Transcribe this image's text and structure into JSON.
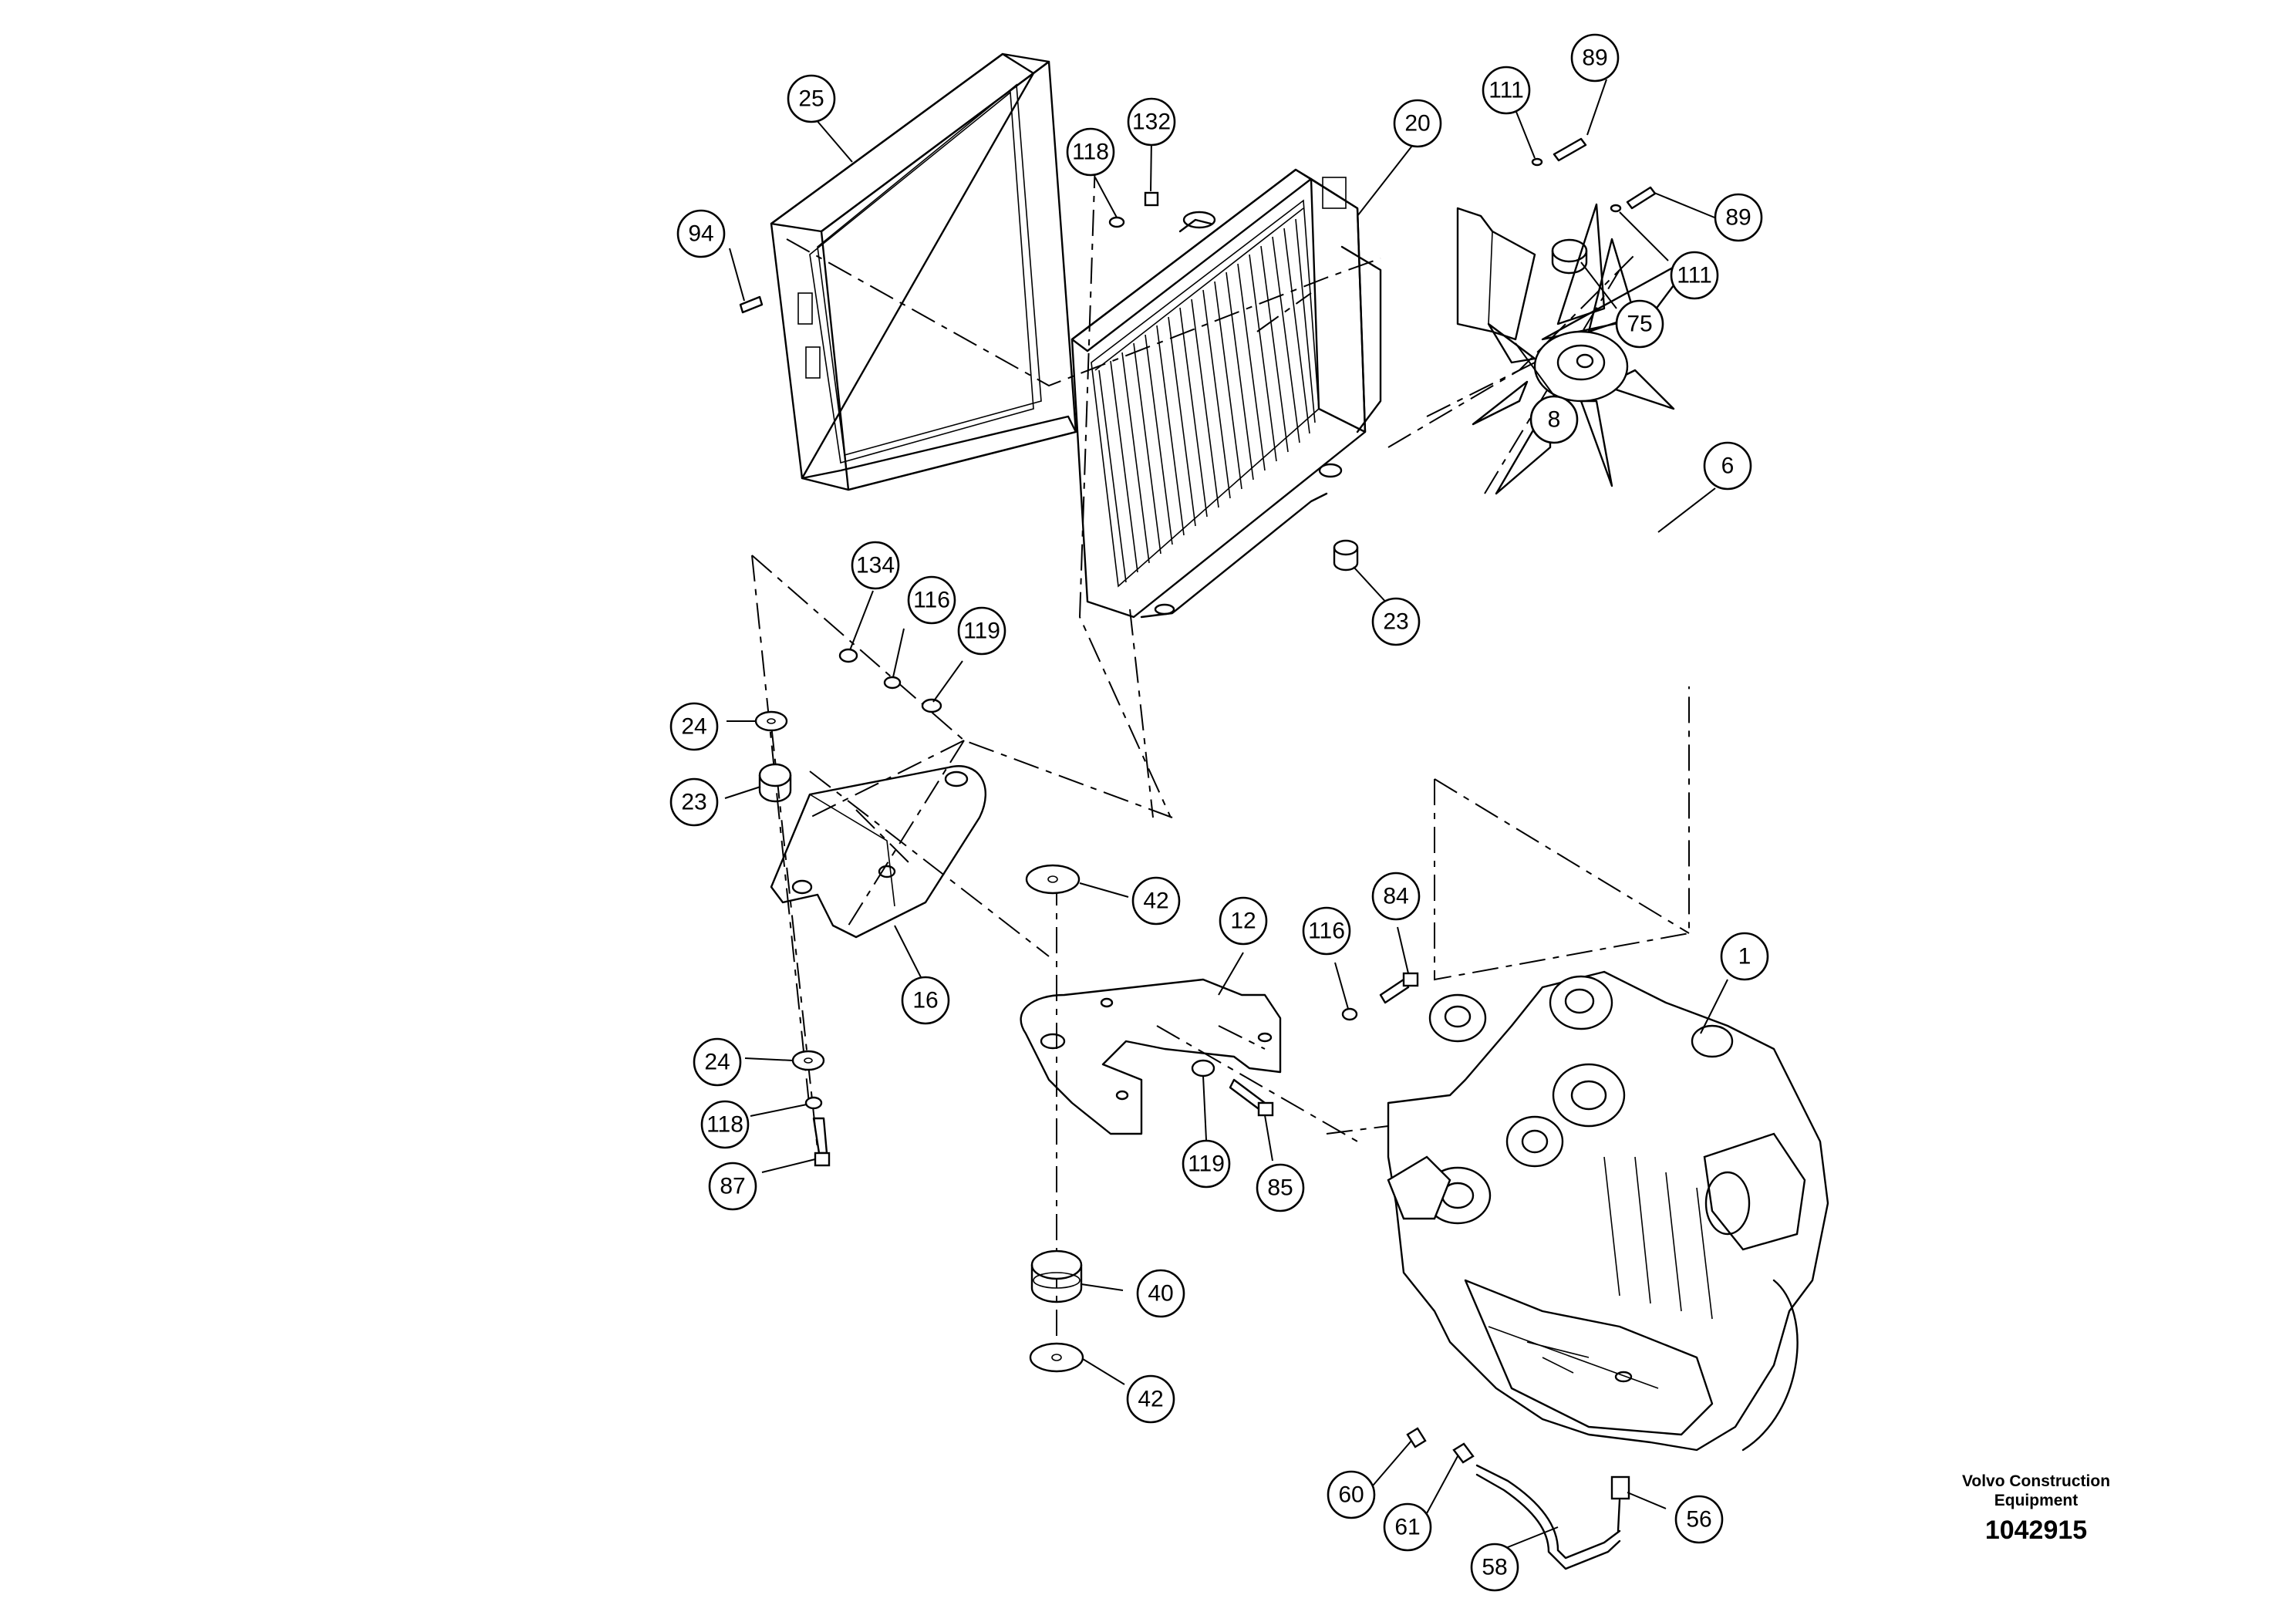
{
  "diagram": {
    "callouts": [
      "25",
      "94",
      "118",
      "132",
      "20",
      "111",
      "89",
      "89",
      "111",
      "75",
      "8",
      "6",
      "23",
      "134",
      "116",
      "119",
      "24",
      "23",
      "16",
      "42",
      "12",
      "116",
      "84",
      "1",
      "24",
      "118",
      "87",
      "119",
      "85",
      "40",
      "42",
      "60",
      "61",
      "58",
      "56"
    ]
  },
  "footer": {
    "company_line1": "Volvo Construction",
    "company_line2": "Equipment",
    "document_number": "1042915"
  }
}
